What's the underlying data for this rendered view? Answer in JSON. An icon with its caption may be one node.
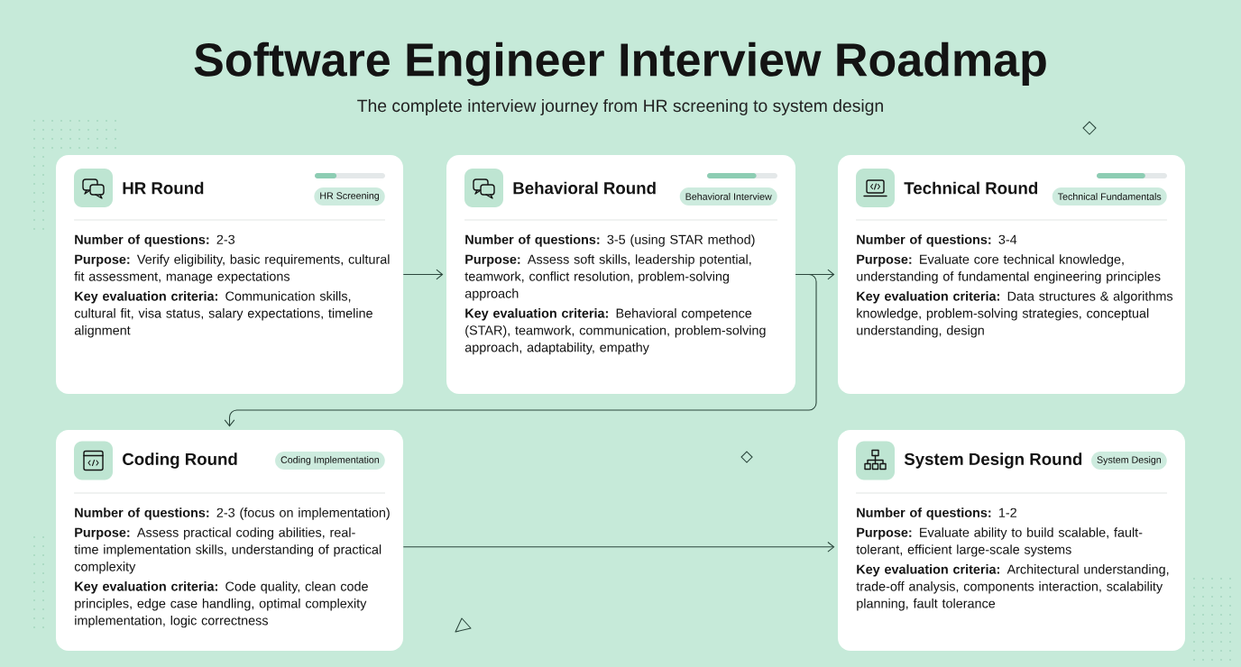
{
  "diagram": {
    "title": "Software Engineer Interview Roadmap",
    "nodes": [
      {
        "text": [
          "HR Round",
          "**Number of questions:** 2-3",
          "**Purpose:** Verify eligibility, basic requirements, cultural fit assessment, manage expectations",
          "**Key evaluation criteria:** Communication skills, cultural fit, visa status, salary expectations, timeline alignment"
        ]
      },
      {
        "text": [
          "HR Screening"
        ],
        "in": 0
      },
      {
        "text": [
          "Behavioral Round",
          "**Number of questions:** 3-5 (using STAR method)",
          "**Purpose:** Assess soft skills, leadership potential, teamwork, conflict resolution, problem-solving approach",
          "**Key evaluation criteria:** Behavioral competence (STAR), teamwork, communication, problem-solving approach, adaptability, empathy"
        ]
      },
      {
        "text": [
          "Behavioral Interview"
        ],
        "in": 2
      },
      {
        "text": [
          "Technical Round",
          "**Number of questions:** 3-4",
          "**Purpose:** Evaluate core technical knowledge, understanding of fundamental engineering principles",
          "**Key evaluation criteria:** Data structures & algorithms knowledge, problem-solving strategies, conceptual understanding, design"
        ]
      },
      {
        "text": [
          "Technical Fundamentals"
        ],
        "in": 4
      },
      {
        "text": [
          "Coding Round",
          "**Number of questions:** 2-3 (focus on implementation)",
          "**Purpose:** Assess practical coding abilities, real-time implementation skills, understanding of practical complexity",
          "**Key evaluation criteria:** Code quality, clean code principles, edge case handling, optimal complexity implementation, logic correctness"
        ]
      },
      {
        "text": [
          "Coding Implementation"
        ],
        "in": 6
      },
      {
        "text": [
          "System Design Round",
          "**Number of questions:** 1-2",
          "**Purpose:** Evaluate ability to build scalable, fault-tolerant, efficient large-scale systems",
          "**Key evaluation criteria:** Architectural understanding, trade-off analysis, components interaction, scalability planning, fault tolerance"
        ]
      },
      {
        "text": [
          "System Design"
        ],
        "in": 8
      }
    ],
    "edges": [
      {
        "from": 0,
        "to": 2,
        "arrow": "to"
      },
      {
        "from": 2,
        "to": 4,
        "arrow": "to"
      },
      {
        "from": 2,
        "to": 6,
        "arrow": "to"
      },
      {
        "from": 6,
        "to": 8,
        "arrow": "to"
      }
    ],
    "labels": [
      "The complete interview journey from HR screening to system design"
    ]
  }
}
